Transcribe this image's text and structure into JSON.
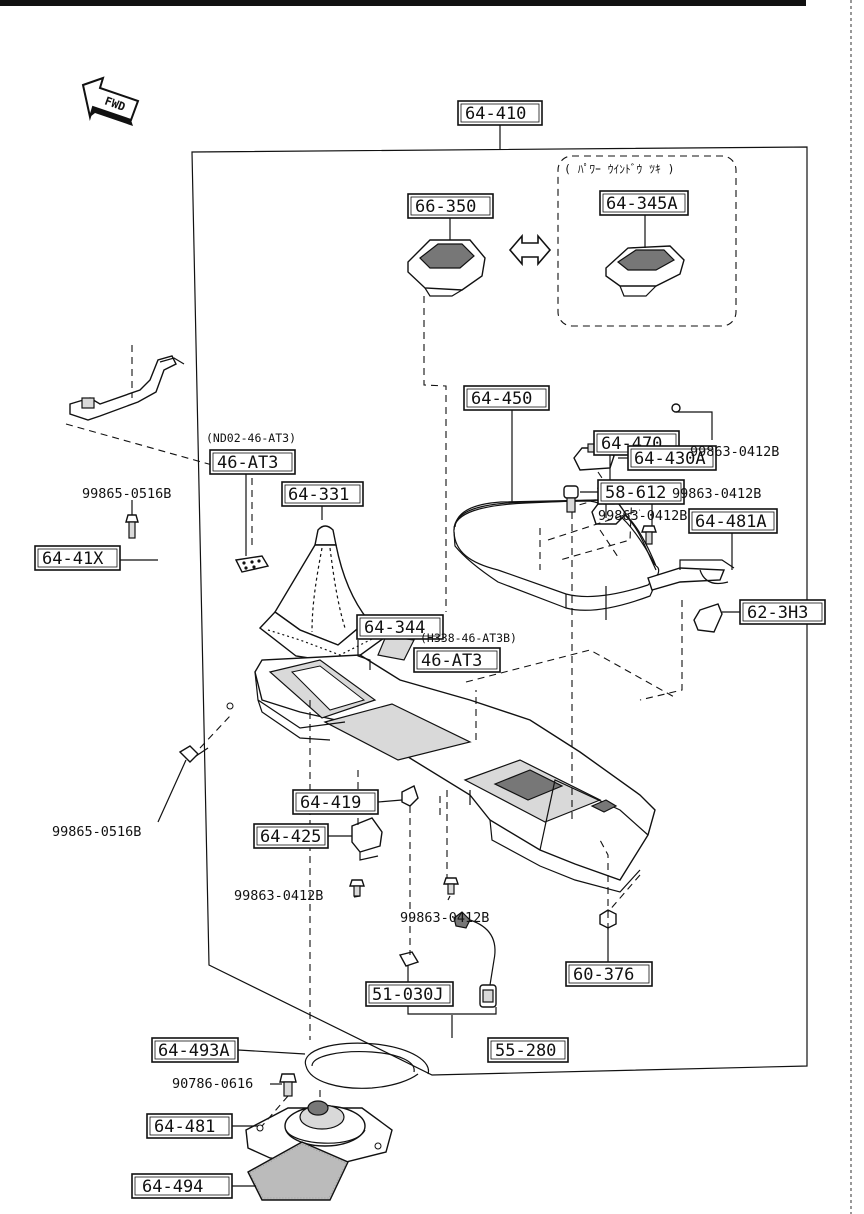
{
  "direction_marker": "FWD",
  "labels": {
    "l_64_410": "64-410",
    "l_66_350": "66-350",
    "l_64_345A": "64-345A",
    "l_64_450": "64-450",
    "l_64_470": "64-470",
    "l_46_AT3_a": "46-AT3",
    "l_64_331": "64-331",
    "l_64_41X": "64-41X",
    "l_64_481A": "64-481A",
    "l_64_344": "64-344",
    "l_64_430A": "64-430A",
    "l_46_AT3_b": "46-AT3",
    "l_58_612": "58-612",
    "l_62_3H3": "62-3H3",
    "l_64_419": "64-419",
    "l_64_425": "64-425",
    "l_60_376": "60-376",
    "l_51_030J": "51-030J",
    "l_55_280": "55-280",
    "l_64_493A": "64-493A",
    "l_64_481": "64-481",
    "l_64_494": "64-494"
  },
  "notes": {
    "n_nd02": "(ND02-46-AT3)",
    "n_h338": "(H338-46-AT3B)"
  },
  "bolts": {
    "b_99865_top": "99865-0516B",
    "b_99865_bot": "99865-0516B",
    "b_99863_r1": "99863-0412B",
    "b_99863_r2": "99863-0412B",
    "b_99863_r3": "99863-0412B",
    "b_99863_c": "99863-0412B",
    "b_99863_l": "99863-0412B",
    "b_90786": "90786-0616"
  }
}
